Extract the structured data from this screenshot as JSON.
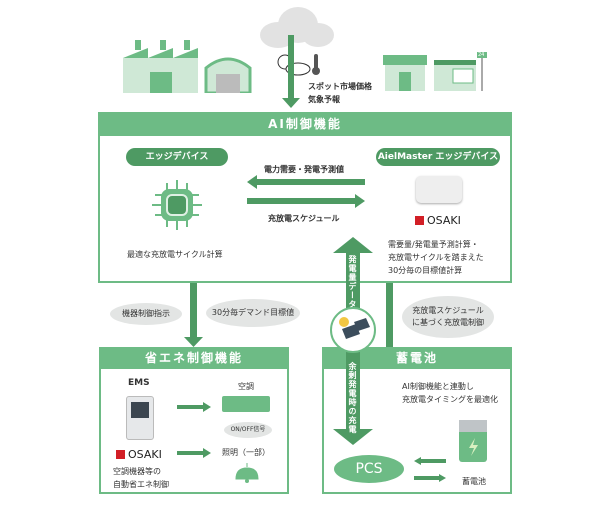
{
  "top": {
    "data_label_1": "スポット市場価格",
    "data_label_2": "気象予報",
    "badge_24": "24"
  },
  "ai": {
    "title": "AI制御機能",
    "edge_left": "エッジデバイス",
    "edge_right": "AielMaster エッジデバイス",
    "arrow_left_label": "電力需要・発電予測値",
    "arrow_right_label": "充放電スケジュール",
    "left_caption": "最適な充放電サイクル計算",
    "brand": "OSAKI",
    "right_caption": [
      "需要量/発電量予測計算・",
      "充放電サイクルを踏まえた",
      "30分毎の目標値計算"
    ]
  },
  "mid": {
    "oval_1": "機器制御指示",
    "oval_2": "30分毎デマンド目標値",
    "oval_3": [
      "充放電スケジュール",
      "に基づく充放電制御"
    ],
    "up_arrow": "発電量データ",
    "down_arrow": "余剰発電時の充電"
  },
  "energy": {
    "title": "省エネ制御機能",
    "ems": "EMS",
    "brand": "OSAKI",
    "caption": [
      "空調機器等の",
      "自動省エネ制御"
    ],
    "ac": "空調",
    "signal": "ON/OFF信号",
    "light": "照明（一部）"
  },
  "battery": {
    "title": "蓄電池",
    "caption": [
      "AI制御機能と連動し",
      "充放電タイミングを最適化"
    ],
    "pcs": "PCS",
    "battery_label": "蓄電池"
  },
  "colors": {
    "green": "#6dbb85",
    "dark_green": "#4e9a63",
    "red": "#d21f26"
  }
}
